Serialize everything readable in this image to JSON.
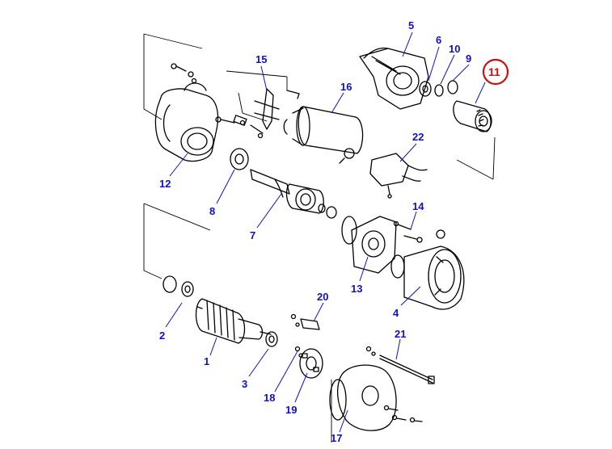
{
  "diagram": {
    "highlight_color": "#c81010",
    "label_color": "#1010c0",
    "highlighted_part": "11",
    "parts": [
      "1",
      "2",
      "3",
      "4",
      "5",
      "6",
      "7",
      "8",
      "9",
      "10",
      "11",
      "12",
      "13",
      "14",
      "15",
      "16",
      "17",
      "18",
      "19",
      "20",
      "21",
      "22"
    ]
  }
}
